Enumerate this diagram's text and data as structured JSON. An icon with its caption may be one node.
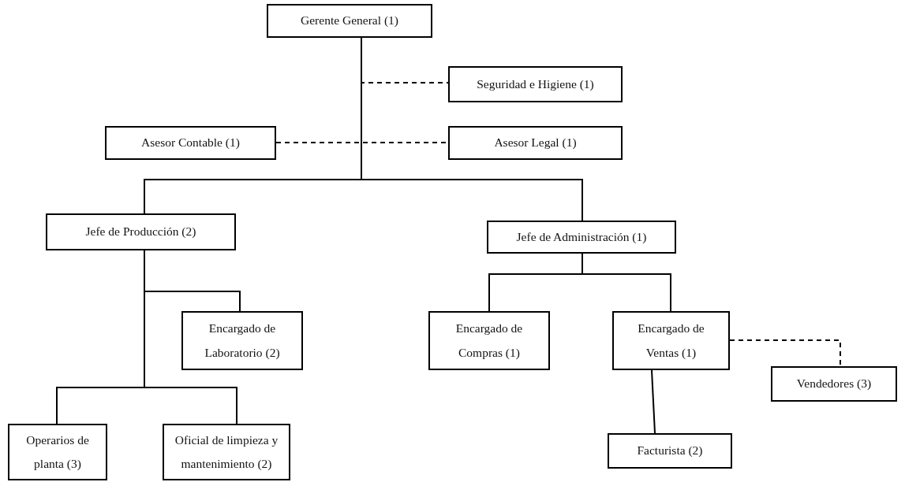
{
  "diagram": {
    "nodes": [
      {
        "text": [
          "Gerente General (1)"
        ]
      },
      {
        "text": [
          "Seguridad e Higiene (1)"
        ]
      },
      {
        "text": [
          "Asesor Contable (1)"
        ]
      },
      {
        "text": [
          "Asesor Legal (1)"
        ]
      },
      {
        "text": [
          "Jefe de Producción (2)"
        ]
      },
      {
        "text": [
          "Jefe de Administración (1)"
        ]
      },
      {
        "text": [
          "Encargado de Laboratorio (2)"
        ]
      },
      {
        "text": [
          "Encargado de Compras (1)"
        ]
      },
      {
        "text": [
          "Encargado de Ventas (1)"
        ]
      },
      {
        "text": [
          "Vendedores (3)"
        ]
      },
      {
        "text": [
          "Operarios de planta (3)"
        ]
      },
      {
        "text": [
          "Oficial de limpieza y mantenimiento (2)"
        ]
      },
      {
        "text": [
          "Facturista (2)"
        ]
      }
    ],
    "edges": [
      {
        "from": 0,
        "to": 1,
        "arrow": "none",
        "style": "dashed"
      },
      {
        "from": 2,
        "to": 3,
        "arrow": "none",
        "style": "dashed"
      },
      {
        "from": 0,
        "to": 4,
        "arrow": "none"
      },
      {
        "from": 0,
        "to": 5,
        "arrow": "none"
      },
      {
        "from": 4,
        "to": 6,
        "arrow": "none"
      },
      {
        "from": 4,
        "to": 10,
        "arrow": "none"
      },
      {
        "from": 4,
        "to": 11,
        "arrow": "none"
      },
      {
        "from": 5,
        "to": 7,
        "arrow": "none"
      },
      {
        "from": 5,
        "to": 8,
        "arrow": "none"
      },
      {
        "from": 8,
        "to": 12,
        "arrow": "none"
      },
      {
        "from": 8,
        "to": 9,
        "arrow": "none",
        "style": "dashed"
      }
    ]
  }
}
